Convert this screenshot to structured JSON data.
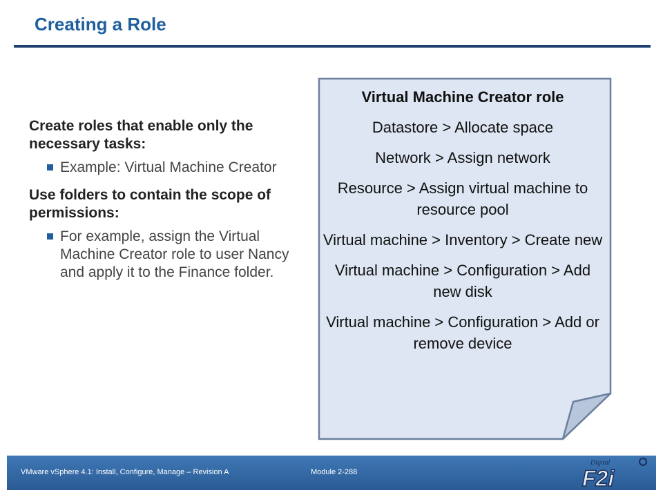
{
  "slide": {
    "title": "Creating a Role"
  },
  "left_column": {
    "point1": "Create roles that enable only the necessary tasks:",
    "point1_sub": "Example: Virtual Machine Creator",
    "point2": "Use folders to contain the scope of permissions:",
    "point2_sub": "For example, assign the Virtual Machine Creator role to user Nancy and apply it to the Finance folder."
  },
  "note": {
    "title": "Virtual Machine Creator role",
    "items": [
      "Datastore > Allocate space",
      "Network > Assign network",
      "Resource > Assign virtual machine to resource pool",
      "Virtual machine > Inventory > Create new",
      "Virtual machine > Configuration > Add new disk",
      "Virtual machine > Configuration > Add or remove device"
    ]
  },
  "footer": {
    "course": "VMware vSphere 4.1: Install, Configure, Manage – Revision A",
    "module": "Module 2-288",
    "logo_text": "F2i",
    "logo_subtext": "Digital"
  },
  "colors": {
    "title": "#1f5f9e",
    "rule": "#1f3f73",
    "note_fill": "#dde6f2",
    "note_border": "#6b7f9e",
    "footer": "#3066a6"
  }
}
